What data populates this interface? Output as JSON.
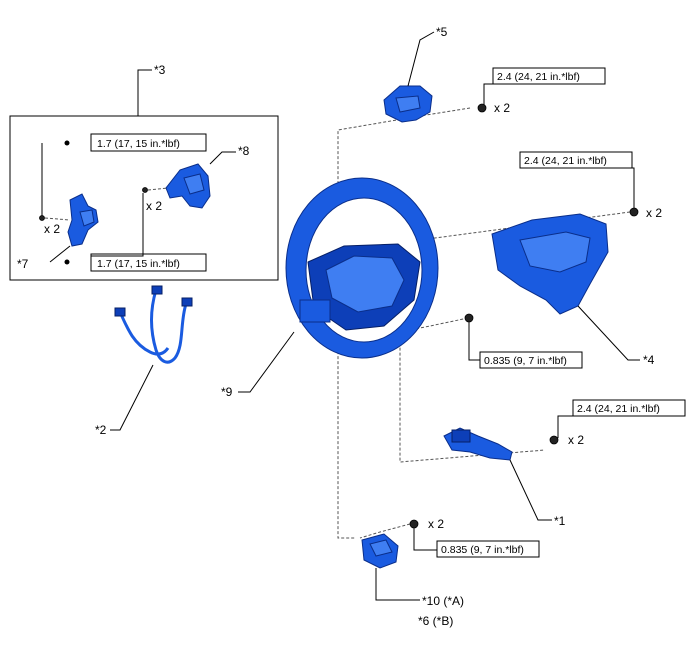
{
  "labels": {
    "p1": "*1",
    "p2": "*2",
    "p3": "*3",
    "p4": "*4",
    "p5": "*5",
    "p7": "*7",
    "p8": "*8",
    "p9": "*9",
    "p10": "*10 (*A)",
    "p6": "*6 (*B)"
  },
  "torques": {
    "t_p5": "2.4 (24, 21 in.*lbf)",
    "t_p4": "2.4 (24, 21 in.*lbf)",
    "t_p1": "2.4 (24, 21 in.*lbf)",
    "t_p3_upper": "1.7 (17, 15 in.*lbf)",
    "t_p3_lower": "1.7 (17, 15 in.*lbf)",
    "t_mid": "0.835 (9, 7 in.*lbf)",
    "t_bottom": "0.835 (9, 7 in.*lbf)"
  },
  "quantities": {
    "q_p5": "x 2",
    "q_p4": "x 2",
    "q_p1": "x 2",
    "q_p7": "x 2",
    "q_p8": "x 2",
    "q_bottom": "x 2"
  },
  "colors": {
    "part_fill": "#1a5be0",
    "part_outline": "#0a2e8a"
  }
}
